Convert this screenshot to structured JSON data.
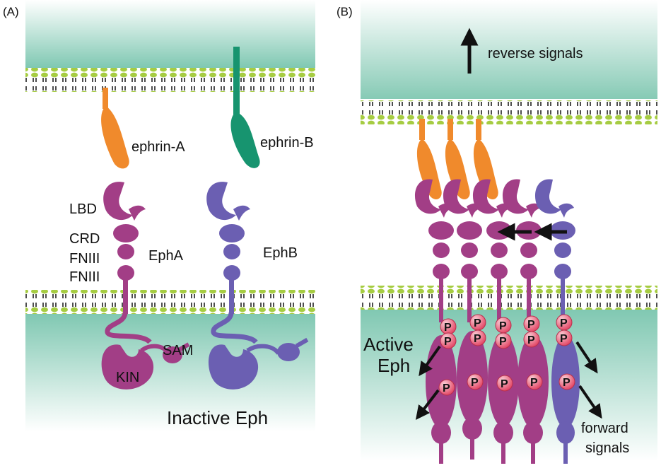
{
  "panels": {
    "a_label": "(A)",
    "b_label": "(B)"
  },
  "panel_a": {
    "ligand_a": "ephrin-A",
    "ligand_b": "ephrin-B",
    "domains": {
      "lbd": "LBD",
      "crd": "CRD",
      "fn1": "FNIII",
      "fn2": "FNIII",
      "sam": "SAM",
      "kin": "KIN"
    },
    "receptor_a": "EphA",
    "receptor_b": "EphB",
    "state": "Inactive Eph"
  },
  "panel_b": {
    "reverse_label": "reverse signals",
    "active_line1": "Active",
    "active_line2": "Eph",
    "forward_line1": "forward",
    "forward_line2": "signals",
    "phospho": "P"
  },
  "colors": {
    "epha": "#a23e86",
    "ephb": "#6b5fb2",
    "ephrin_a": "#f08a2c",
    "ephrin_b": "#17946f",
    "teal_light": "#e6f4f0",
    "teal_dark": "#83c9b4",
    "lipid_head": "#9cc63a",
    "phospho_fill": "#e8526f"
  }
}
